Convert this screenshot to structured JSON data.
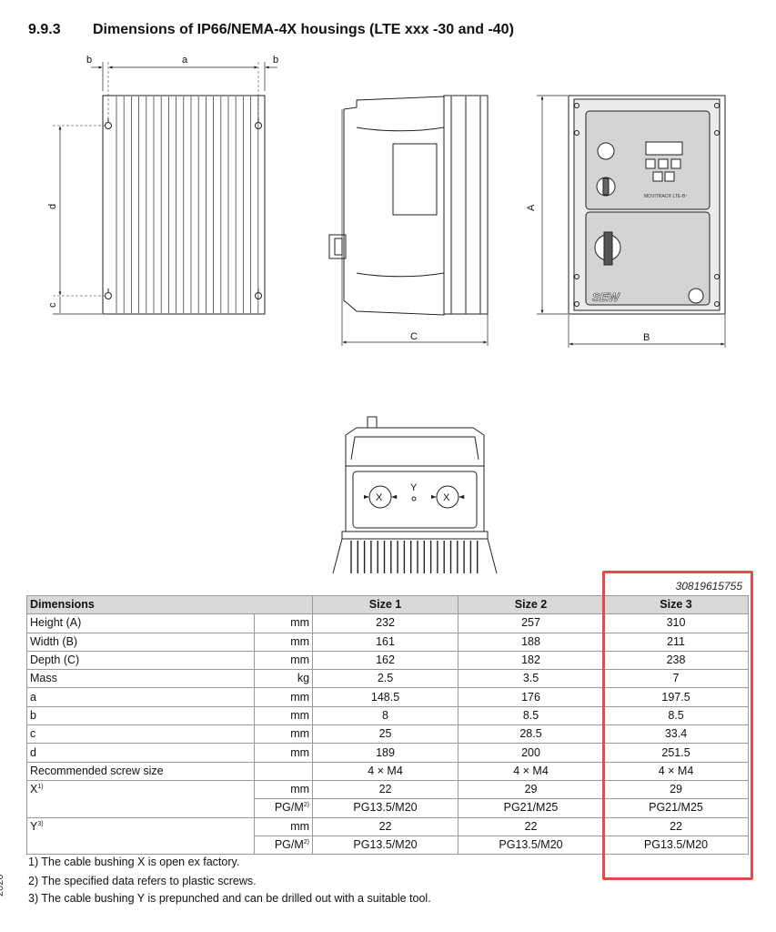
{
  "heading": {
    "number": "9.9.3",
    "title": "Dimensions of IP66/NEMA-4X housings (LTE xxx -30 and -40)"
  },
  "drawing": {
    "labels": {
      "a": "a",
      "b": "b",
      "c": "c",
      "d": "d",
      "A": "A",
      "B": "B",
      "C": "C",
      "X": "X",
      "Y": "Y"
    },
    "panel_text": {
      "brand": "SEW",
      "product": "MOVITRAC® LTE-B⁺"
    }
  },
  "doc_ref": "30819615755",
  "table": {
    "headers": {
      "label": "Dimensions",
      "size1": "Size 1",
      "size2": "Size 2",
      "size3": "Size 3"
    },
    "rows": [
      {
        "label": "Height (A)",
        "unit": "mm",
        "s1": "232",
        "s2": "257",
        "s3": "310"
      },
      {
        "label": "Width (B)",
        "unit": "mm",
        "s1": "161",
        "s2": "188",
        "s3": "211"
      },
      {
        "label": "Depth (C)",
        "unit": "mm",
        "s1": "162",
        "s2": "182",
        "s3": "238"
      },
      {
        "label": "Mass",
        "unit": "kg",
        "s1": "2.5",
        "s2": "3.5",
        "s3": "7"
      },
      {
        "label": "a",
        "unit": "mm",
        "s1": "148.5",
        "s2": "176",
        "s3": "197.5"
      },
      {
        "label": "b",
        "unit": "mm",
        "s1": "8",
        "s2": "8.5",
        "s3": "8.5"
      },
      {
        "label": "c",
        "unit": "mm",
        "s1": "25",
        "s2": "28.5",
        "s3": "33.4"
      },
      {
        "label": "d",
        "unit": "mm",
        "s1": "189",
        "s2": "200",
        "s3": "251.5"
      },
      {
        "label": "Recommended screw size",
        "unit": "",
        "s1": "4 × M4",
        "s2": "4 × M4",
        "s3": "4 × M4"
      }
    ],
    "x_group": {
      "label": "X",
      "sup": "1)",
      "rows": [
        {
          "unit": "mm",
          "unit_sup": "",
          "s1": "22",
          "s2": "29",
          "s3": "29"
        },
        {
          "unit": "PG/M",
          "unit_sup": "2)",
          "s1": "PG13.5/M20",
          "s2": "PG21/M25",
          "s3": "PG21/M25"
        }
      ]
    },
    "y_group": {
      "label": "Y",
      "sup": "3)",
      "rows": [
        {
          "unit": "mm",
          "unit_sup": "",
          "s1": "22",
          "s2": "22",
          "s3": "22"
        },
        {
          "unit": "PG/M",
          "unit_sup": "2)",
          "s1": "PG13.5/M20",
          "s2": "PG13.5/M20",
          "s3": "PG13.5/M20"
        }
      ]
    }
  },
  "footnotes": [
    "1) The cable bushing X is open ex factory.",
    "2) The specified data refers to plastic screws.",
    "3) The cable bushing Y is prepunched and can be drilled out with a suitable tool."
  ],
  "side_text": "2020",
  "colors": {
    "highlight": "#e8474b",
    "header_bg": "#d9d9d9",
    "panel_bg": "#d4d4d4"
  }
}
